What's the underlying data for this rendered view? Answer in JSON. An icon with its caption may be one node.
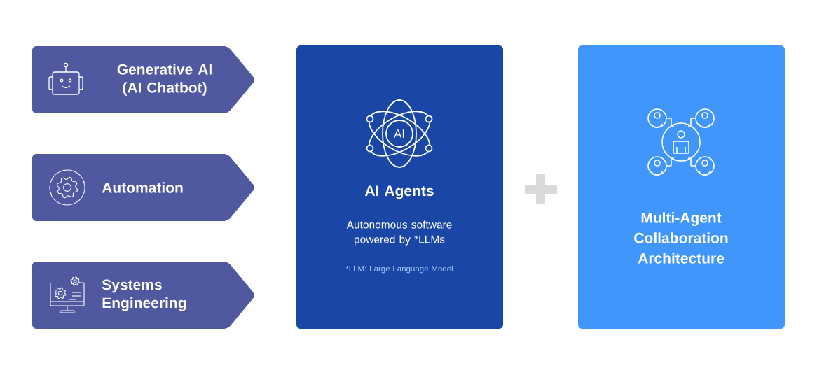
{
  "diagram": {
    "nodes": [
      {
        "text": [
          "Generative AI (AI Chatbot)"
        ]
      },
      {
        "text": [
          "Automation"
        ]
      },
      {
        "text": [
          "Systems Engineering"
        ]
      },
      {
        "text": [
          "AI Agents",
          "Autonomous software powered by *LLMs",
          "*LLM: Large Language Model"
        ]
      },
      {
        "text": [
          "Multi-Agent Collaboration Architecture"
        ]
      }
    ],
    "labels": [
      "AI"
    ]
  }
}
